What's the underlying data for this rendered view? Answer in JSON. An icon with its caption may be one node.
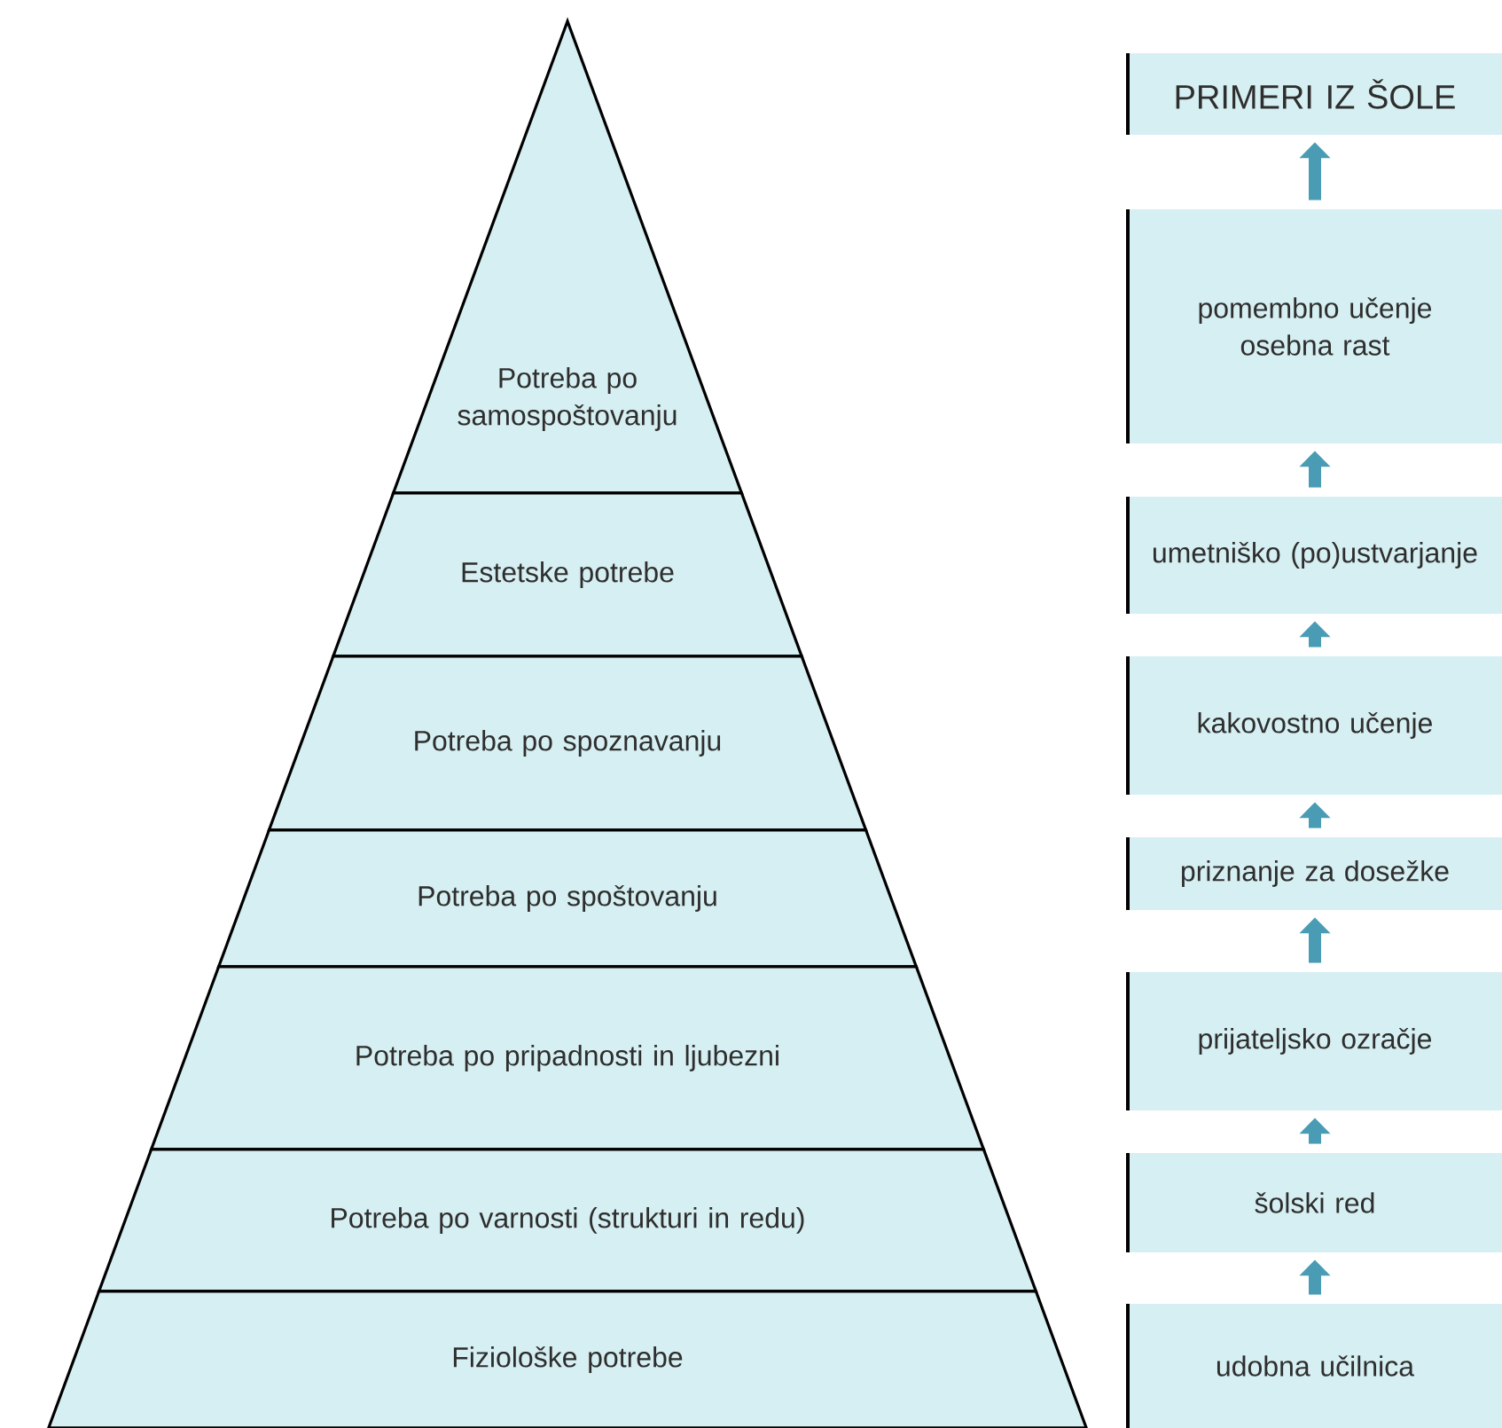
{
  "diagram": {
    "nodes": [
      {
        "text": [
          "Potreba po samospoštovanju"
        ]
      },
      {
        "text": [
          "Estetske potrebe"
        ]
      },
      {
        "text": [
          "Potreba po spoznavanju"
        ]
      },
      {
        "text": [
          "Potreba po spoštovanju"
        ]
      },
      {
        "text": [
          "Potreba po pripadnosti in ljubezni"
        ]
      },
      {
        "text": [
          "Potreba po varnosti (strukturi in redu)"
        ]
      },
      {
        "text": [
          "Fiziološke potrebe"
        ]
      },
      {
        "text": [
          "PRIMERI IZ ŠOLE"
        ]
      },
      {
        "text": [
          "pomembno učenje osebna rast"
        ]
      },
      {
        "text": [
          "umetniško (po)ustvarjanje"
        ]
      },
      {
        "text": [
          "kakovostno učenje"
        ]
      },
      {
        "text": [
          "priznanje za dosežke"
        ]
      },
      {
        "text": [
          "prijateljsko ozračje"
        ]
      },
      {
        "text": [
          "šolski red"
        ]
      },
      {
        "text": [
          "udobna učilnica"
        ]
      }
    ],
    "edges": [
      {
        "from": 8,
        "to": 7,
        "arrow": "to"
      },
      {
        "from": 9,
        "to": 8,
        "arrow": "to"
      },
      {
        "from": 10,
        "to": 9,
        "arrow": "to"
      },
      {
        "from": 11,
        "to": 10,
        "arrow": "to"
      },
      {
        "from": 12,
        "to": 11,
        "arrow": "to"
      },
      {
        "from": 13,
        "to": 12,
        "arrow": "to"
      },
      {
        "from": 14,
        "to": 13,
        "arrow": "to"
      }
    ]
  }
}
